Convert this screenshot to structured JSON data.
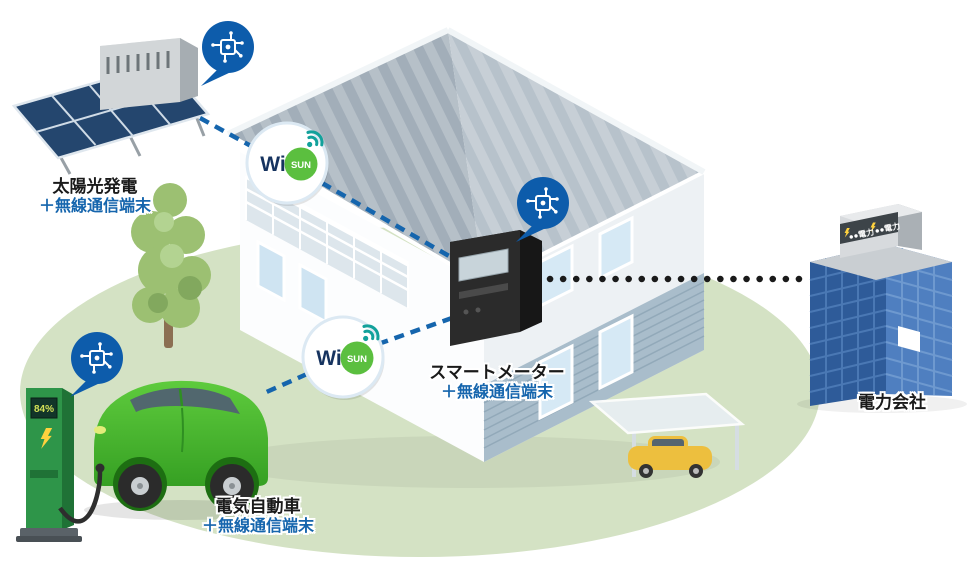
{
  "scene": {
    "wisun_badge": {
      "wi": "Wi",
      "sun": "SUN"
    },
    "solar": {
      "title": "太陽光発電",
      "subtitle": "＋無線通信端末"
    },
    "smart_meter": {
      "title": "スマートメーター",
      "subtitle": "＋無線通信端末"
    },
    "ev": {
      "title": "電気自動車",
      "subtitle": "＋無線通信端末"
    },
    "power_company": {
      "title": "電力会社",
      "sign": "●●電力"
    },
    "charger": {
      "display": "84%"
    },
    "colors": {
      "connection_blue": "#1565ad",
      "badge_green": "#5bbf3f",
      "wifi_teal": "#12a19b",
      "bubble_blue": "#0d5cab",
      "lawn_green": "#d4e2c4",
      "car_green": "#46b42e"
    }
  }
}
